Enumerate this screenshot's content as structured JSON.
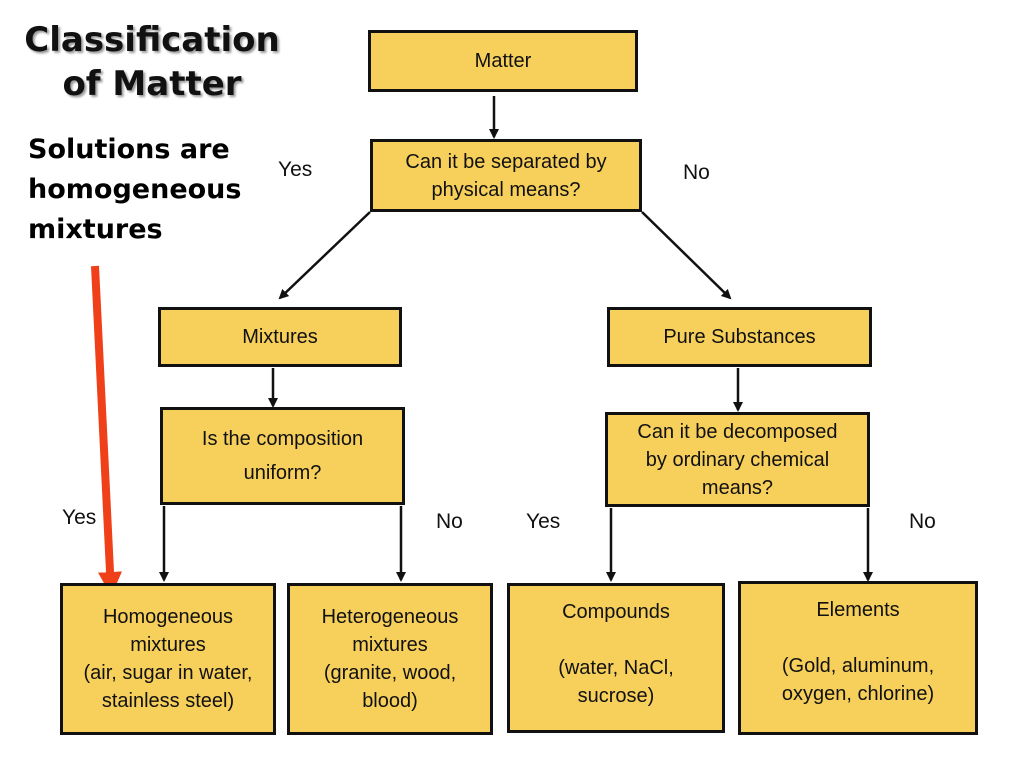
{
  "slide": {
    "title": "Classification of Matter",
    "note": "Solutions are homogeneous mixtures",
    "accent_color": "#f7d05b",
    "highlight_arrow_color": "#f0401a"
  },
  "nodes": {
    "matter": "Matter",
    "q_separate": "Can it be separated by\nphysical means?",
    "mixtures": "Mixtures",
    "pure": "Pure Substances",
    "q_uniform": "Is the composition\nuniform?",
    "q_decompose": "Can it be decomposed\nby ordinary chemical\nmeans?",
    "homogeneous": "Homogeneous\nmixtures\n(air, sugar in water,\nstainless steel)",
    "heterogeneous": "Heterogeneous\nmixtures\n(granite, wood,\nblood)",
    "compounds": "Compounds\n\n(water, NaCl,\n      sucrose)",
    "elements": "Elements\n\n(Gold, aluminum,\noxygen, chlorine)"
  },
  "edge_labels": {
    "sep_yes": "Yes",
    "sep_no": "No",
    "uni_yes": "Yes",
    "uni_no": "No",
    "dec_yes": "Yes",
    "dec_no": "No"
  }
}
